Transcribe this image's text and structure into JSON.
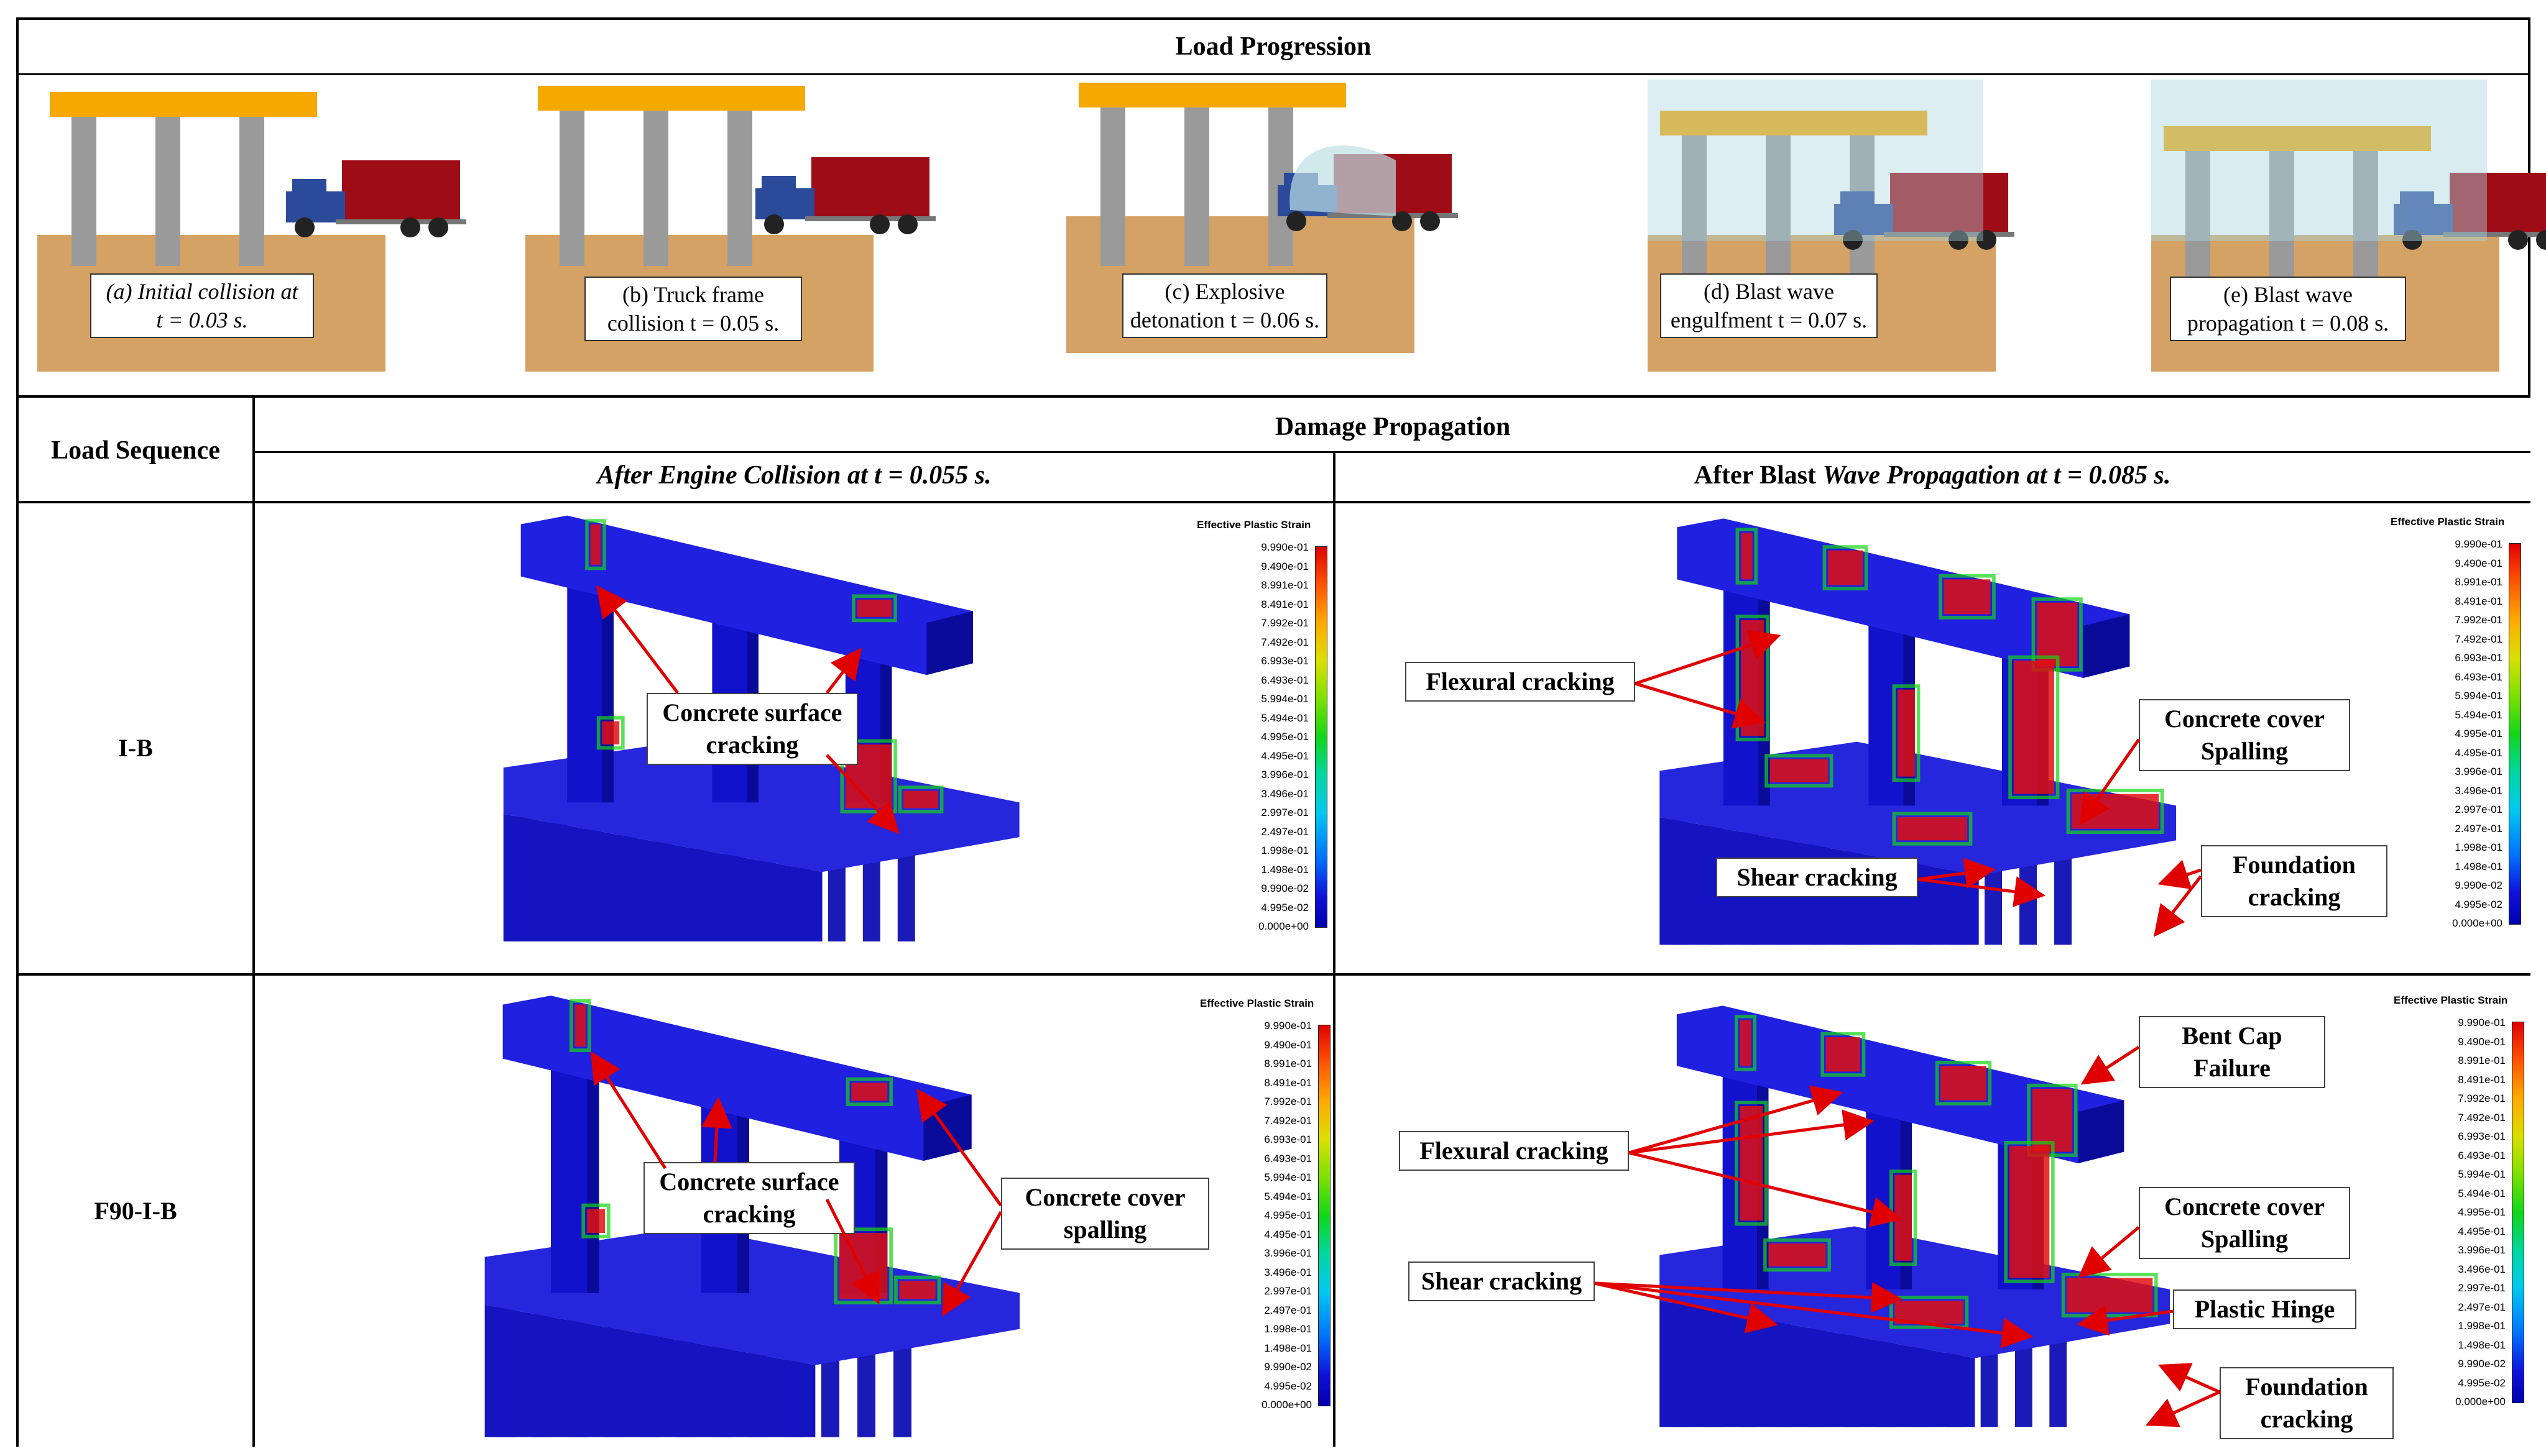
{
  "sections": {
    "load_progression": "Load Progression",
    "load_sequence": "Load Sequence",
    "damage_propagation": "Damage Propagation",
    "col_engine": "After Engine Collision at t = 0.055 s.",
    "col_blast_prefix": "After Blast ",
    "col_blast_italic": "Wave Propagation at t = 0.085 s."
  },
  "stages": [
    {
      "line1": "(a) Initial collision at",
      "line2": "t = 0.03 s."
    },
    {
      "line1": "(b) Truck frame",
      "line2": "collision t = 0.05 s."
    },
    {
      "line1": "(c) Explosive",
      "line2": "detonation t = 0.06 s."
    },
    {
      "line1": "(d) Blast wave",
      "line2": "engulfment t = 0.07 s."
    },
    {
      "line1": "(e) Blast wave",
      "line2": "propagation t = 0.08 s."
    }
  ],
  "rows": [
    {
      "label": "I-B",
      "engine_callouts": [
        {
          "line1": "Concrete surface",
          "line2": "cracking"
        }
      ],
      "blast_callouts": [
        {
          "line1": "Flexural cracking",
          "line2": ""
        },
        {
          "line1": "Concrete cover",
          "line2": "Spalling"
        },
        {
          "line1": "Shear cracking",
          "line2": ""
        },
        {
          "line1": "Foundation",
          "line2": "cracking"
        }
      ]
    },
    {
      "label": "F90-I-B",
      "engine_callouts": [
        {
          "line1": "Concrete surface",
          "line2": "cracking"
        },
        {
          "line1": "Concrete cover",
          "line2": "spalling"
        }
      ],
      "blast_callouts": [
        {
          "line1": "Bent Cap",
          "line2": "Failure"
        },
        {
          "line1": "Flexural cracking",
          "line2": ""
        },
        {
          "line1": "Concrete cover",
          "line2": "Spalling"
        },
        {
          "line1": "Shear cracking",
          "line2": ""
        },
        {
          "line1": "Plastic Hinge",
          "line2": ""
        },
        {
          "line1": "Foundation",
          "line2": "cracking"
        }
      ]
    }
  ],
  "legend": {
    "title": "Effective Plastic Strain",
    "ticks": [
      "9.990e-01",
      "9.490e-01",
      "8.991e-01",
      "8.491e-01",
      "7.992e-01",
      "7.492e-01",
      "6.993e-01",
      "6.493e-01",
      "5.994e-01",
      "5.494e-01",
      "4.995e-01",
      "4.495e-01",
      "3.996e-01",
      "3.496e-01",
      "2.997e-01",
      "2.497e-01",
      "1.998e-01",
      "1.498e-01",
      "9.990e-02",
      "4.995e-02",
      "0.000e+00"
    ]
  },
  "colors": {
    "cap_orange": "#f5a800",
    "column_gray": "#9a9a9a",
    "footing_tan": "#d4a264",
    "truck_red": "#9e0c16",
    "truck_blue": "#2c4a9a",
    "fe_blue": "#1212cc",
    "damage_red": "#e01010",
    "arrow_red": "#e00000"
  }
}
